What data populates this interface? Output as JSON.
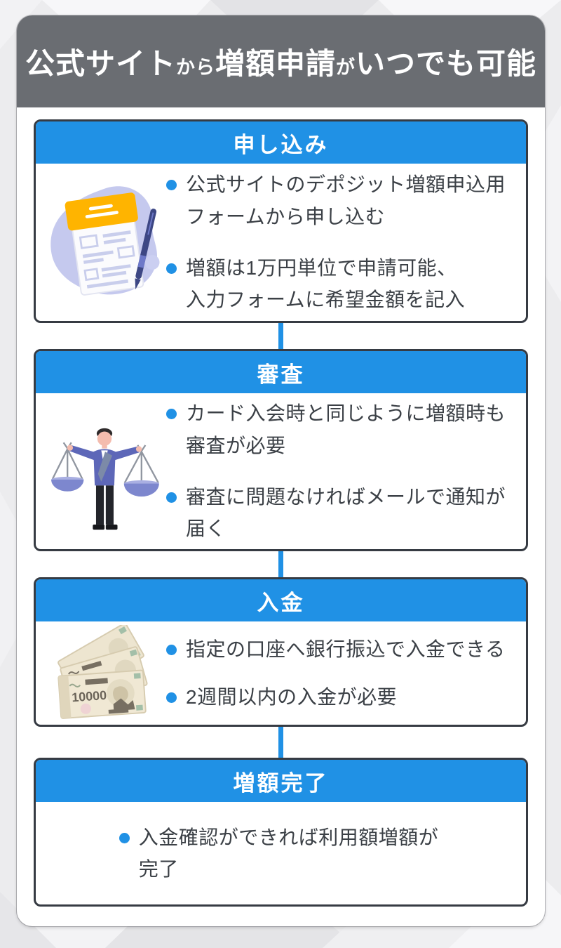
{
  "colors": {
    "accent_blue": "#2091E5",
    "header_gray": "#6A6D72",
    "border_dark": "#363B43",
    "body_text": "#3B4046",
    "page_background": "#ECECEE"
  },
  "header": {
    "title_segments": [
      {
        "text": "公式サイト",
        "size": "large"
      },
      {
        "text": "から",
        "size": "small"
      },
      {
        "text": "増額申請",
        "size": "large"
      },
      {
        "text": "が",
        "size": "small"
      },
      {
        "text": "いつでも可能",
        "size": "large"
      }
    ]
  },
  "flow": {
    "steps": [
      {
        "title": "申し込み",
        "illustration": "clipboard-form-illustration",
        "bullets": [
          "公式サイトのデポジット増額申込用\nフォームから申し込む",
          "増額は1万円単位で申請可能、\n入力フォームに希望金額を記入"
        ]
      },
      {
        "title": "審査",
        "illustration": "balance-scales-illustration",
        "bullets": [
          "カード入会時と同じように増額時も\n審査が必要",
          "審査に問題なければメールで通知が\n届く"
        ]
      },
      {
        "title": "入金",
        "illustration": "yen-banknotes-illustration",
        "note_label": "10000",
        "bullets": [
          "指定の口座へ銀行振込で入金できる",
          "2週間以内の入金が必要"
        ]
      },
      {
        "title": "増額完了",
        "illustration": null,
        "bullets": [
          "入金確認ができれば利用額増額が\n完了"
        ]
      }
    ]
  }
}
